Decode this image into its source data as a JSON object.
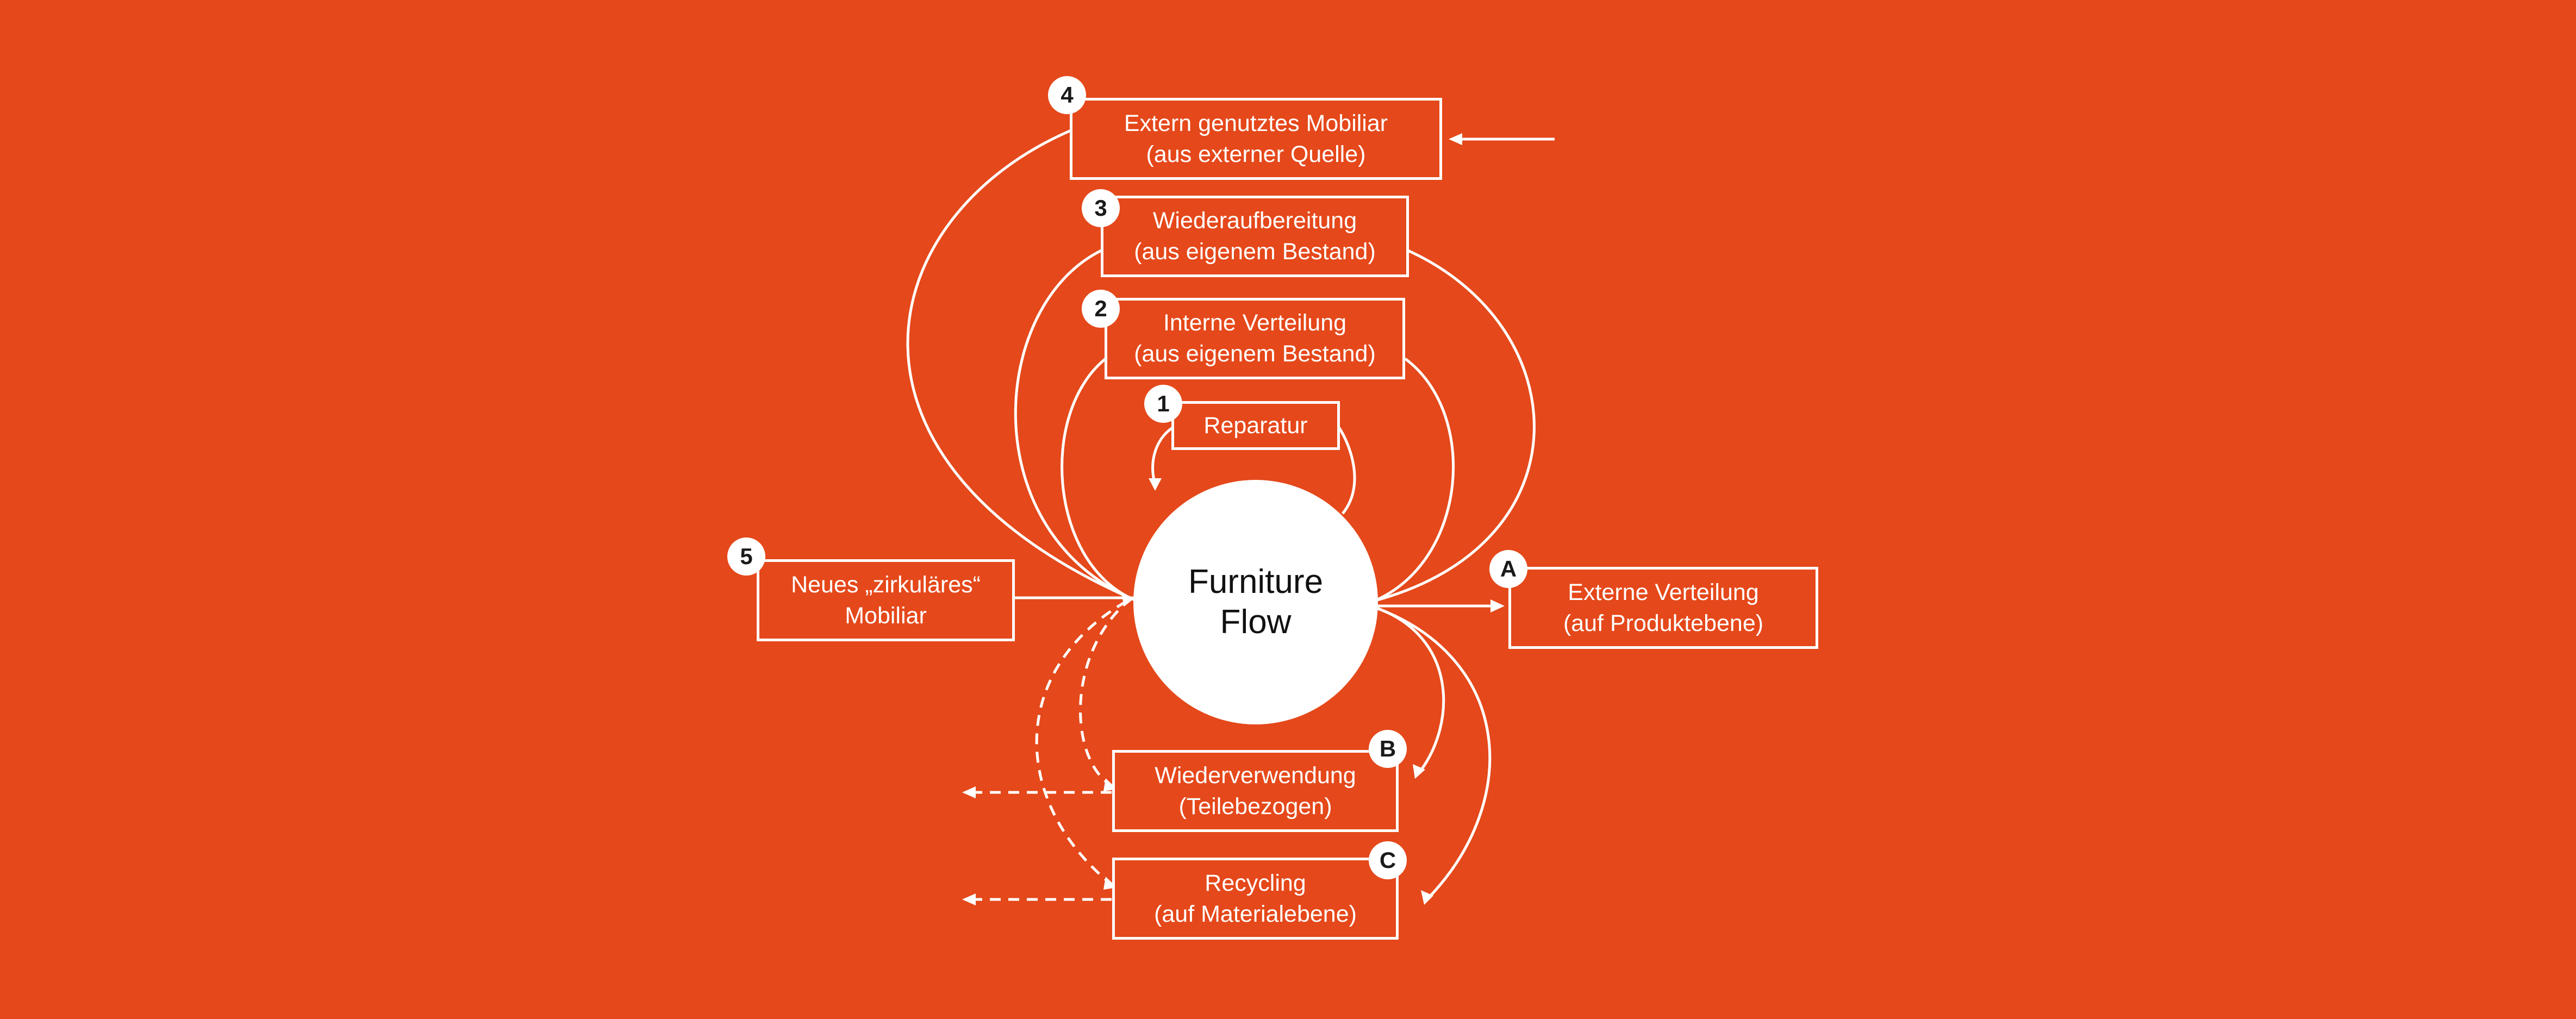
{
  "hub": {
    "line1": "Furniture",
    "line2": "Flow"
  },
  "inflows": [
    {
      "badge": "1",
      "line1": "Reparatur"
    },
    {
      "badge": "2",
      "line1": "Interne Verteilung",
      "line2": "(aus eigenem Bestand)"
    },
    {
      "badge": "3",
      "line1": "Wiederaufbereitung",
      "line2": "(aus eigenem Bestand)"
    },
    {
      "badge": "4",
      "line1": "Extern genutztes Mobiliar",
      "line2": "(aus externer Quelle)"
    },
    {
      "badge": "5",
      "line1": "Neues „zirkuläres“",
      "line2": "Mobiliar"
    }
  ],
  "outflows": [
    {
      "badge": "A",
      "line1": "Externe Verteilung",
      "line2": "(auf Produktebene)"
    },
    {
      "badge": "B",
      "line1": "Wiederverwendung",
      "line2": "(Teilebezogen)"
    },
    {
      "badge": "C",
      "line1": "Recycling",
      "line2": "(auf Materialebene)"
    }
  ],
  "colors": {
    "background": "#E5481A",
    "foreground": "#FFFFFF",
    "badge_text": "#1A1A1A"
  }
}
